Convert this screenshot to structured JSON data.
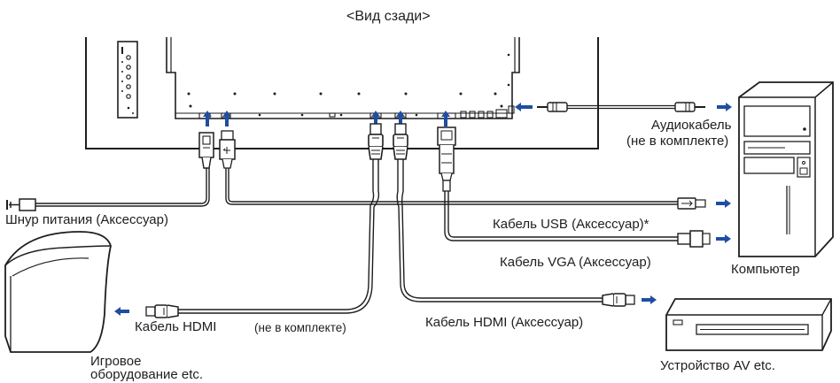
{
  "diagram": {
    "title": "<Вид сзади>",
    "labels": {
      "power_cord": "Шнур питания (Аксессуар)",
      "usb_cable": "Кабель USB (Аксессуар)*",
      "vga_cable": "Кабель VGA (Аксессуар)",
      "audio_cable_line1": "Аудиокабель",
      "audio_cable_line2": "(не в комплекте)",
      "computer": "Компьютер",
      "hdmi_cable_left_main": "Кабель HDMI",
      "hdmi_cable_left_note": "(не в комплекте)",
      "hdmi_cable_right": "Кабель HDMI (Аксессуар)",
      "game_console_line1": "Игровое",
      "game_console_line2": "оборудование etc.",
      "av_device": "Устройство AV etc."
    },
    "colors": {
      "line": "#1e1e1e",
      "arrow": "#1f4ea1",
      "background": "#ffffff"
    },
    "icons": [
      "monitor-rear",
      "power-plug-icon",
      "usb-plug-icon",
      "hdmi-plug-icon",
      "vga-plug-icon",
      "audio-jack-icon",
      "computer-tower-icon",
      "game-console-icon",
      "av-device-icon"
    ]
  }
}
